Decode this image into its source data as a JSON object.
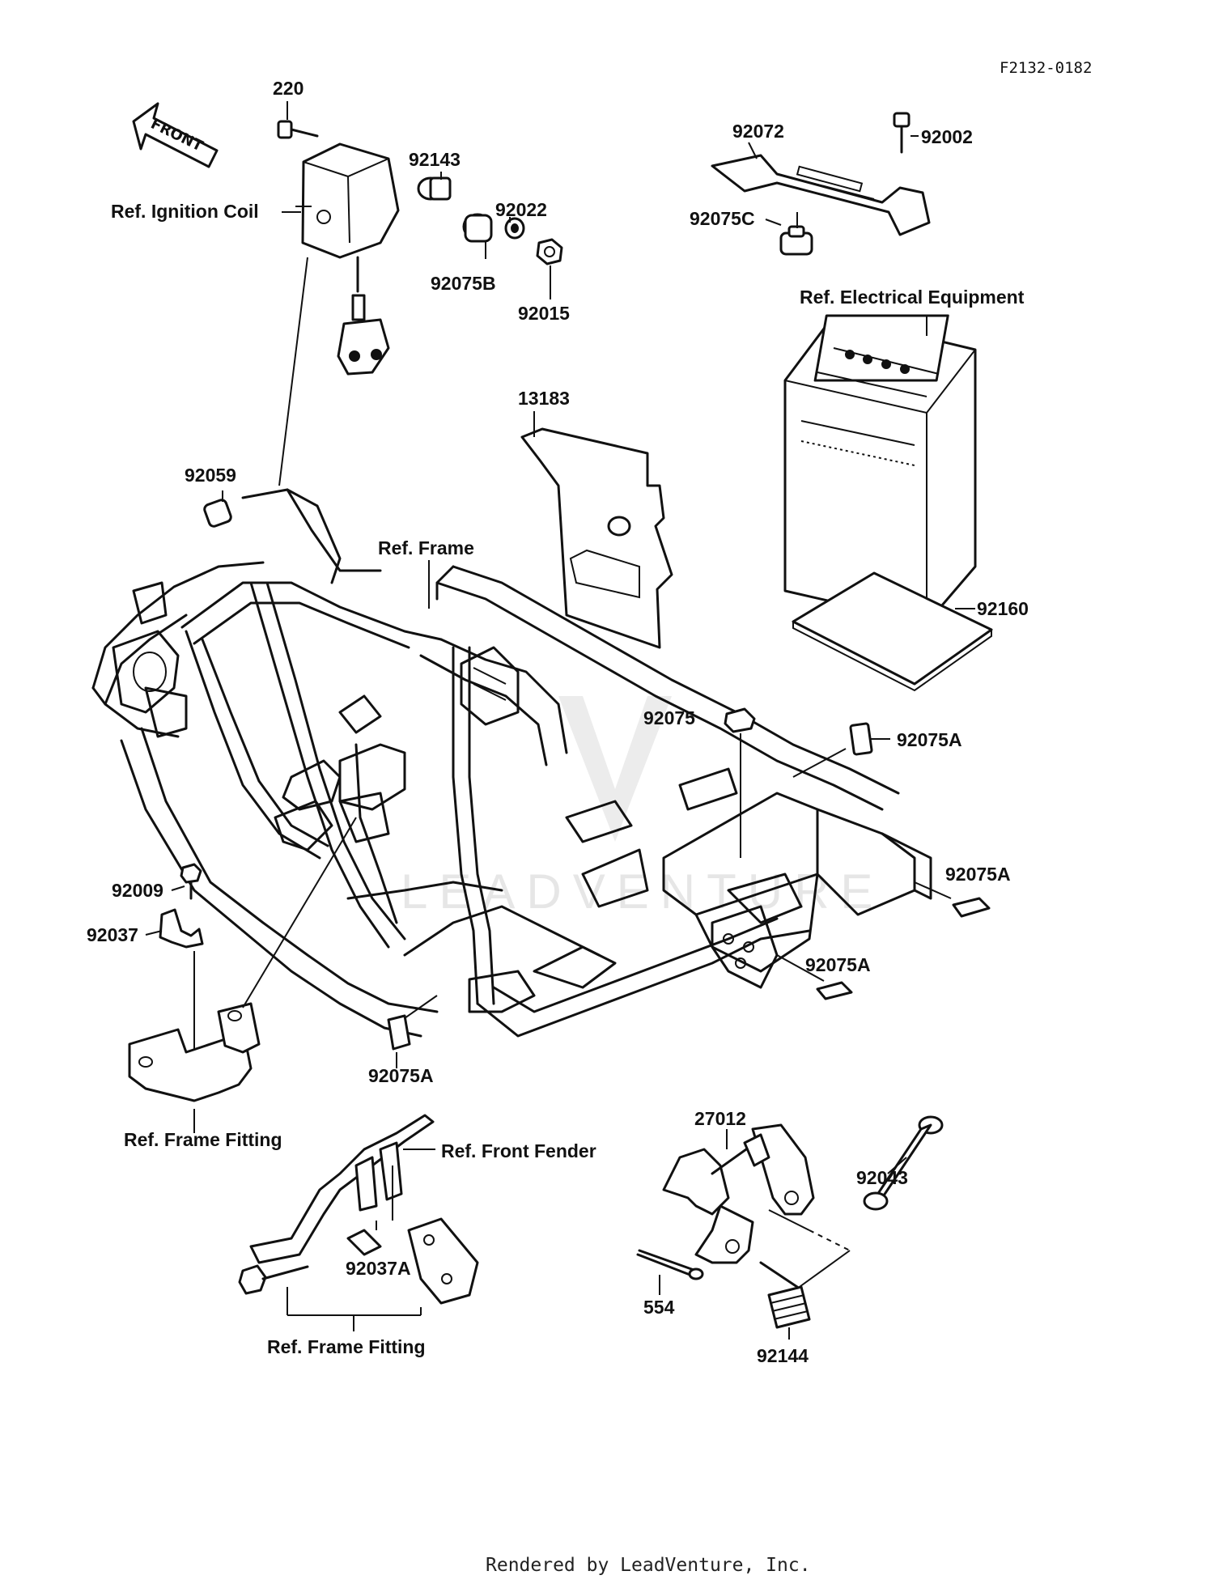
{
  "diagram_code": "F2132-0182",
  "footer": "Rendered by LeadVenture, Inc.",
  "watermark": "LEADVENTURE",
  "front_arrow": "FRONT",
  "labels": {
    "p220": "220",
    "p92143": "92143",
    "p92022": "92022",
    "p92075b": "92075B",
    "p92015": "92015",
    "ref_ignition_coil": "Ref. Ignition Coil",
    "p92072": "92072",
    "p92002": "92002",
    "p92075c": "92075C",
    "ref_electrical": "Ref. Electrical Equipment",
    "p13183": "13183",
    "p92059": "92059",
    "ref_frame": "Ref. Frame",
    "p92160": "92160",
    "p92075": "92075",
    "p92075a_1": "92075A",
    "p92075a_2": "92075A",
    "p92075a_3": "92075A",
    "p92075a_4": "92075A",
    "p92009": "92009",
    "p92037": "92037",
    "ref_frame_fitting_1": "Ref. Frame Fitting",
    "ref_front_fender": "Ref. Front Fender",
    "p27012": "27012",
    "p92043": "92043",
    "p92037a": "92037A",
    "p554": "554",
    "p92144": "92144",
    "ref_frame_fitting_2": "Ref. Frame Fitting"
  }
}
